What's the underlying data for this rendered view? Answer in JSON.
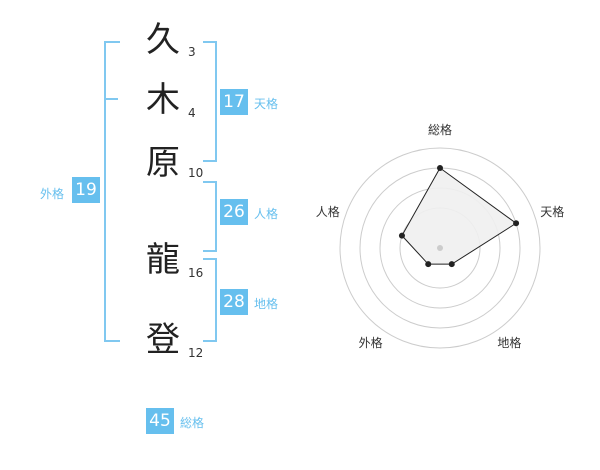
{
  "name": {
    "chars": [
      "久",
      "木",
      "原",
      "龍",
      "登"
    ],
    "strokes": [
      "3",
      "4",
      "10",
      "16",
      "12"
    ]
  },
  "scores": {
    "tenkaku": {
      "value": "17",
      "label": "天格"
    },
    "jinkaku": {
      "value": "26",
      "label": "人格"
    },
    "chikaku": {
      "value": "28",
      "label": "地格"
    },
    "gaikaku": {
      "value": "19",
      "label": "外格"
    },
    "soukaku": {
      "value": "45",
      "label": "総格"
    }
  },
  "chart_data": {
    "type": "radar",
    "axes": [
      "総格",
      "天格",
      "地格",
      "外格",
      "人格"
    ],
    "values": [
      4,
      4,
      1,
      1,
      2
    ],
    "rlim": [
      0,
      5
    ],
    "rings": 4,
    "colors": {
      "fill": "#f0f0f0",
      "stroke": "#222222",
      "ring": "#cccccc",
      "center": "#cccccc"
    }
  },
  "colors": {
    "accent": "#66bfee",
    "bracket": "#80c8f0"
  }
}
